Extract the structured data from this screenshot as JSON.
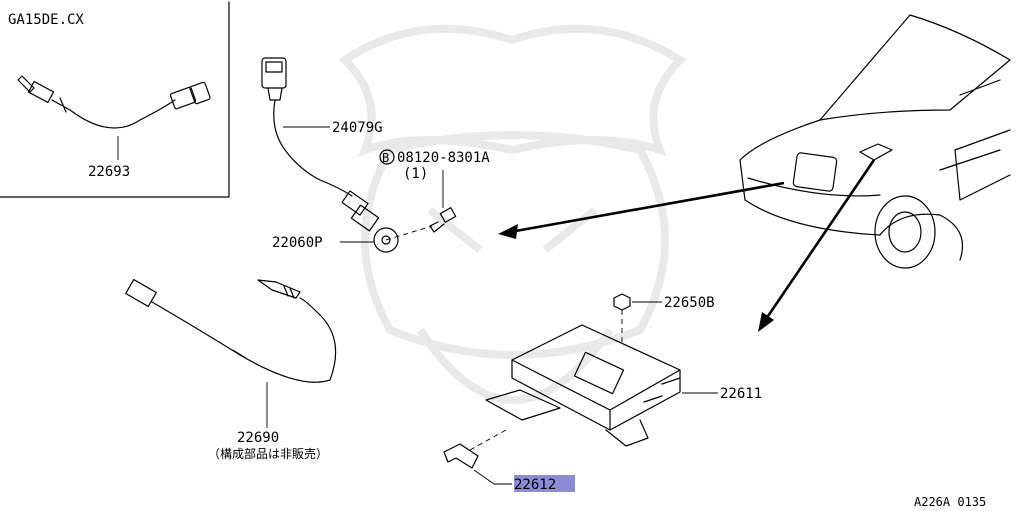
{
  "variant_label": "GA15DE.CX",
  "footer_code": "A226A 0135",
  "parts": {
    "p22693": "22693",
    "p24079g": "24079G",
    "bolt": "08120-8301A",
    "bolt_marker": "B",
    "bolt_qty": "(1)",
    "p22060p": "22060P",
    "p22650b": "22650B",
    "p22611": "22611",
    "p22690": "22690",
    "p22690_note": "（構成部品は非販売）",
    "p22612": "22612"
  },
  "colors": {
    "highlight": "#8b8bd6",
    "line": "#000000",
    "watermark": "#e9e9e9"
  }
}
